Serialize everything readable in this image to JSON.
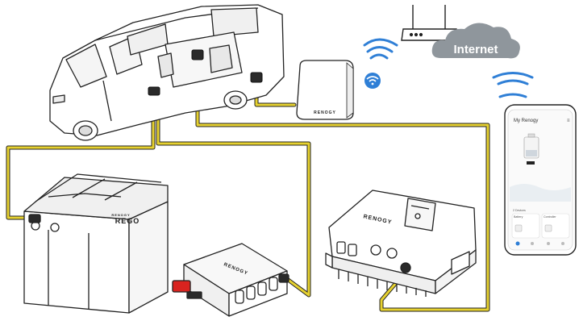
{
  "cloud": {
    "label": "Internet"
  },
  "hub": {
    "brand": "RENOGY"
  },
  "battery": {
    "brand": "RENOGY",
    "model": "REGO"
  },
  "distributor": {
    "brand": "RENOGY"
  },
  "inverter": {
    "brand": "RENOGY"
  },
  "phone": {
    "app_title": "My Renogy",
    "devices_label": "2 Devices",
    "device_1": "Battery",
    "device_2": "Controller"
  },
  "colors": {
    "cable": "#e6d130",
    "wifi": "#2f7fd6",
    "cloud": "#8f969c",
    "outline": "#222222",
    "connector_red": "#d8231f"
  },
  "icons": [
    "wifi-icon",
    "router-icon",
    "cloud-icon",
    "signal-waves-icon"
  ]
}
